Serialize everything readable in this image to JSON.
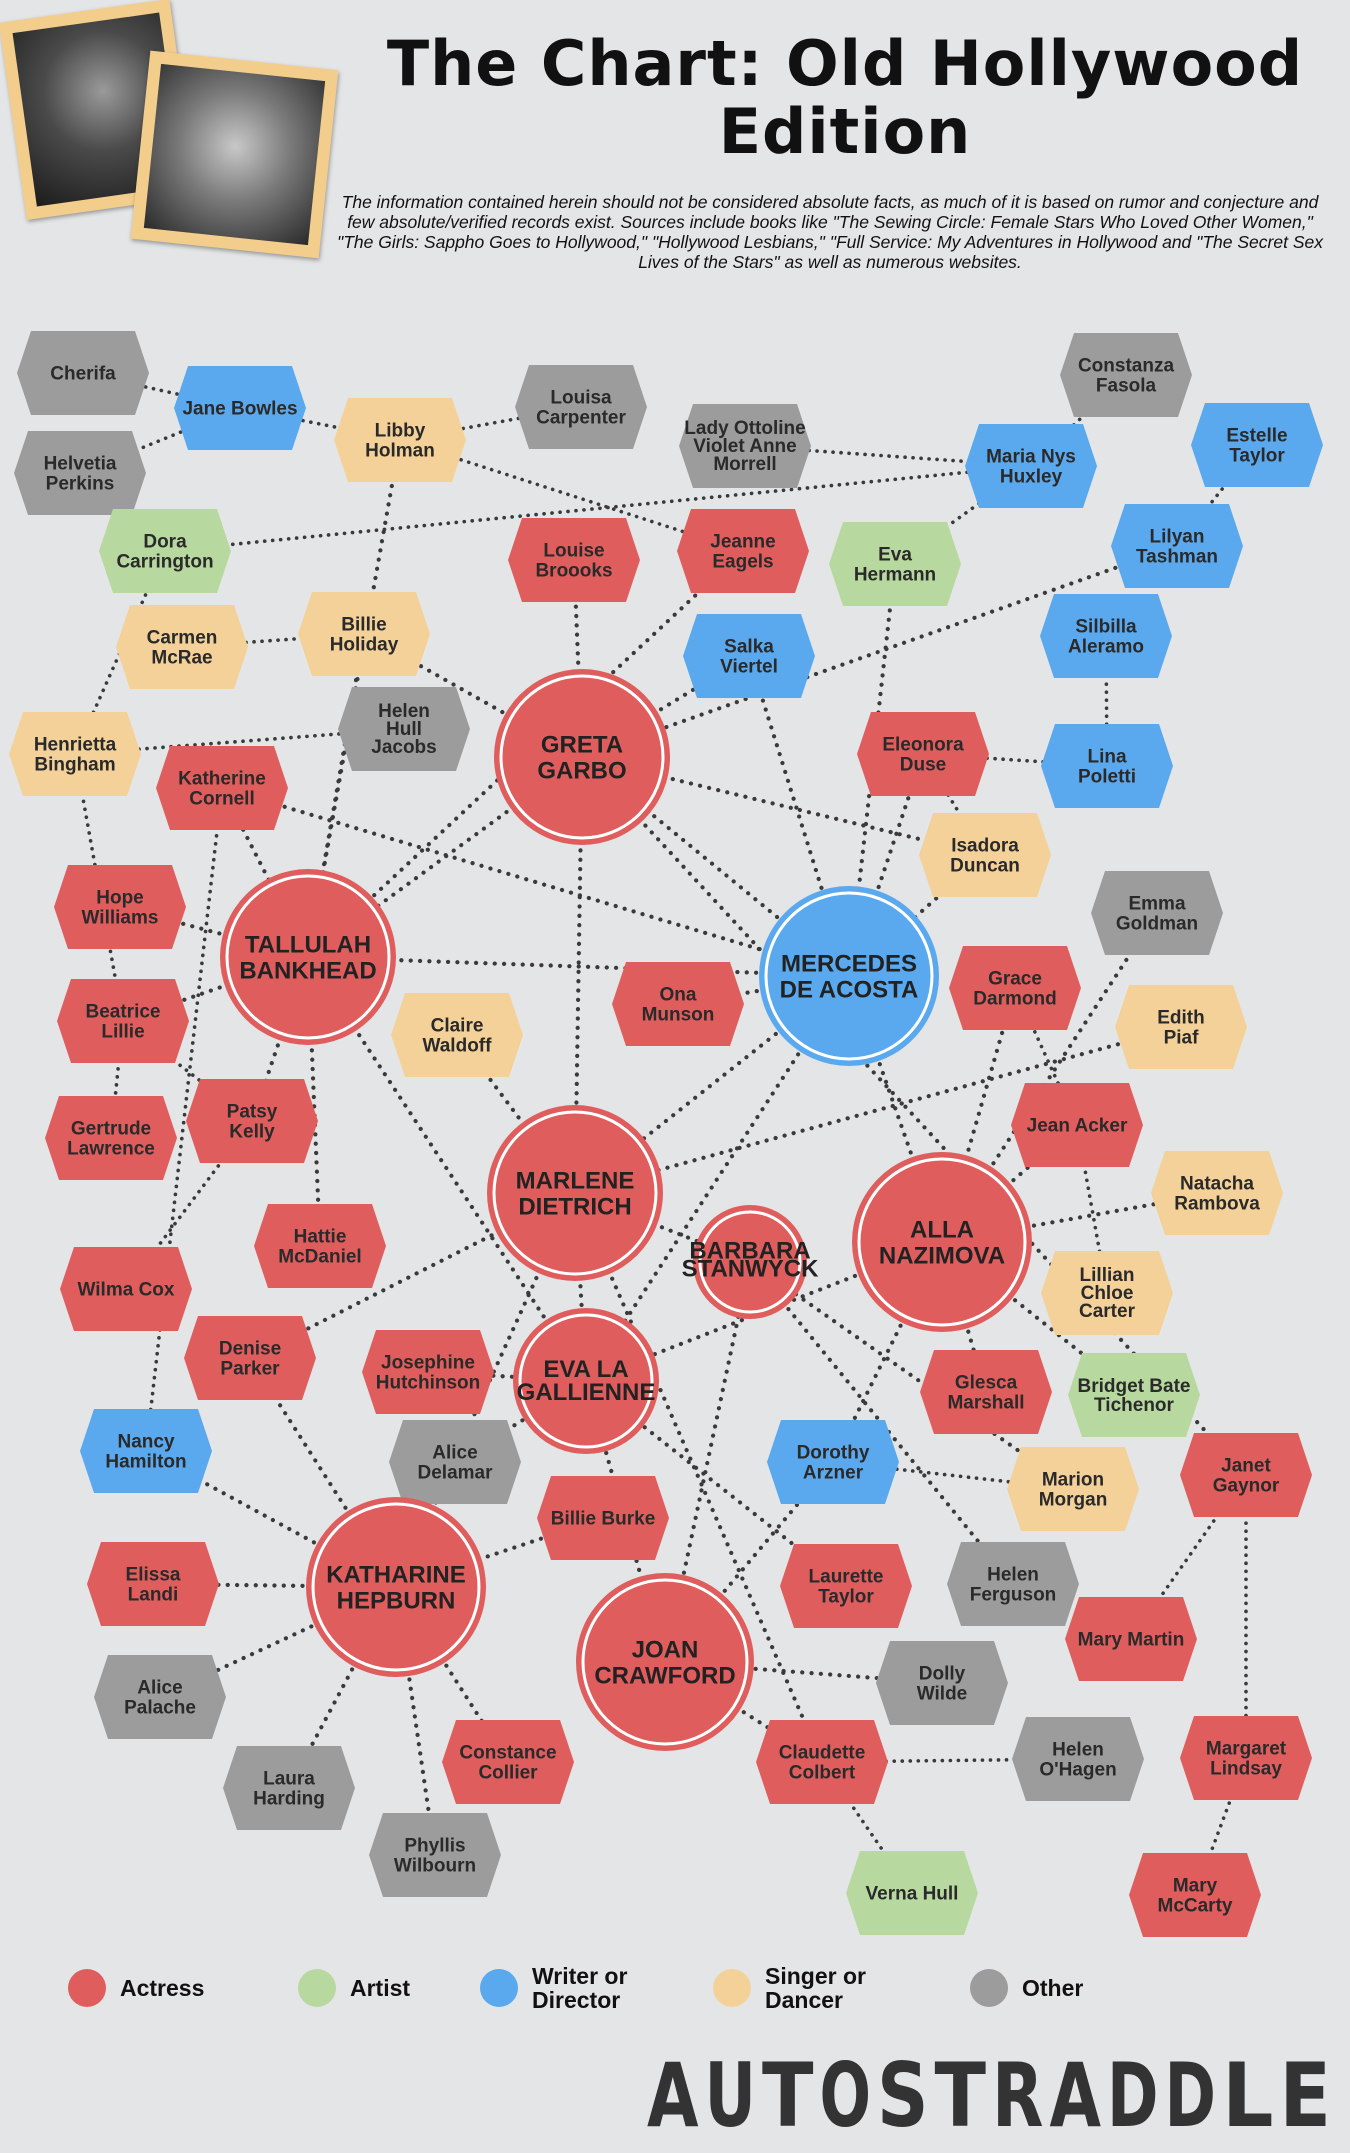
{
  "header": {
    "title": "The Chart:  Old Hollywood Edition",
    "intro": "The information contained herein should not be considered absolute facts, as much of it is based on rumor and conjecture and few absolute/verified records exist. Sources include books like \"The Sewing Circle: Female Stars Who Loved Other Women,\" \"The Girls: Sappho Goes to Hollywood,\" \"Hollywood Lesbians,\" \"Full Service: My Adventures in Hollywood and \"The Secret Sex Lives of the Stars\" as well as numerous websites."
  },
  "colors": {
    "actress": "#e05d5d",
    "artist": "#b7d9a0",
    "writer": "#5aa9ee",
    "singer": "#f4d199",
    "other": "#9c9c9c"
  },
  "legend": [
    {
      "label": "Actress",
      "category": "actress"
    },
    {
      "label": "Artist",
      "category": "artist"
    },
    {
      "label": "Writer or Director",
      "category": "writer"
    },
    {
      "label": "Singer or Dancer",
      "category": "singer"
    },
    {
      "label": "Other",
      "category": "other"
    }
  ],
  "brand": {
    "text": "AUTOSTRADDLE"
  },
  "nodes": [
    {
      "id": "cherifa",
      "lines": [
        "Cherifa"
      ],
      "category": "other",
      "shape": "hex"
    },
    {
      "id": "jane-bowles",
      "lines": [
        "Jane Bowles"
      ],
      "category": "writer",
      "shape": "hex"
    },
    {
      "id": "helvetia-perkins",
      "lines": [
        "Helvetia",
        "Perkins"
      ],
      "category": "other",
      "shape": "hex"
    },
    {
      "id": "libby-holman",
      "lines": [
        "Libby",
        "Holman"
      ],
      "category": "singer",
      "shape": "hex"
    },
    {
      "id": "louisa-carpenter",
      "lines": [
        "Louisa",
        "Carpenter"
      ],
      "category": "other",
      "shape": "hex"
    },
    {
      "id": "lady-ottoline",
      "lines": [
        "Lady Ottoline",
        "Violet Anne",
        "Morrell"
      ],
      "category": "other",
      "shape": "hex"
    },
    {
      "id": "constanza-fasola",
      "lines": [
        "Constanza",
        "Fasola"
      ],
      "category": "other",
      "shape": "hex"
    },
    {
      "id": "estelle-taylor",
      "lines": [
        "Estelle",
        "Taylor"
      ],
      "category": "writer",
      "shape": "hex"
    },
    {
      "id": "maria-huxley",
      "lines": [
        "Maria Nys",
        "Huxley"
      ],
      "category": "writer",
      "shape": "hex"
    },
    {
      "id": "dora-carrington",
      "lines": [
        "Dora",
        "Carrington"
      ],
      "category": "artist",
      "shape": "hex"
    },
    {
      "id": "louise-brooks",
      "lines": [
        "Louise",
        "Broooks"
      ],
      "category": "actress",
      "shape": "hex"
    },
    {
      "id": "jeanne-eagels",
      "lines": [
        "Jeanne",
        "Eagels"
      ],
      "category": "actress",
      "shape": "hex"
    },
    {
      "id": "eva-hermann",
      "lines": [
        "Eva",
        "Hermann"
      ],
      "category": "artist",
      "shape": "hex"
    },
    {
      "id": "lilyan-tashman",
      "lines": [
        "Lilyan",
        "Tashman"
      ],
      "category": "writer",
      "shape": "hex"
    },
    {
      "id": "carmen-mcrae",
      "lines": [
        "Carmen",
        "McRae"
      ],
      "category": "singer",
      "shape": "hex"
    },
    {
      "id": "billie-holiday",
      "lines": [
        "Billie",
        "Holiday"
      ],
      "category": "singer",
      "shape": "hex"
    },
    {
      "id": "salka-viertel",
      "lines": [
        "Salka",
        "Viertel"
      ],
      "category": "writer",
      "shape": "hex"
    },
    {
      "id": "silbilla-aleramo",
      "lines": [
        "Silbilla",
        "Aleramo"
      ],
      "category": "writer",
      "shape": "hex"
    },
    {
      "id": "henrietta-bingham",
      "lines": [
        "Henrietta",
        "Bingham"
      ],
      "category": "singer",
      "shape": "hex"
    },
    {
      "id": "helen-hull-jacobs",
      "lines": [
        "Helen",
        "Hull",
        "Jacobs"
      ],
      "category": "other",
      "shape": "hex"
    },
    {
      "id": "greta-garbo",
      "lines": [
        "GRETA",
        "GARBO"
      ],
      "category": "actress",
      "shape": "circle"
    },
    {
      "id": "eleonora-duse",
      "lines": [
        "Eleonora",
        "Duse"
      ],
      "category": "actress",
      "shape": "hex"
    },
    {
      "id": "lina-poletti",
      "lines": [
        "Lina",
        "Poletti"
      ],
      "category": "writer",
      "shape": "hex"
    },
    {
      "id": "katherine-cornell",
      "lines": [
        "Katherine",
        "Cornell"
      ],
      "category": "actress",
      "shape": "hex"
    },
    {
      "id": "isadora-duncan",
      "lines": [
        "Isadora",
        "Duncan"
      ],
      "category": "singer",
      "shape": "hex"
    },
    {
      "id": "hope-williams",
      "lines": [
        "Hope",
        "Williams"
      ],
      "category": "actress",
      "shape": "hex"
    },
    {
      "id": "tallulah-bankhead",
      "lines": [
        "TALLULAH",
        "BANKHEAD"
      ],
      "category": "actress",
      "shape": "circle"
    },
    {
      "id": "mercedes-de-acosta",
      "lines": [
        "MERCEDES",
        "DE ACOSTA"
      ],
      "category": "writer",
      "shape": "circle"
    },
    {
      "id": "emma-goldman",
      "lines": [
        "Emma",
        "Goldman"
      ],
      "category": "other",
      "shape": "hex"
    },
    {
      "id": "ona-munson",
      "lines": [
        "Ona",
        "Munson"
      ],
      "category": "actress",
      "shape": "hex"
    },
    {
      "id": "grace-darmond",
      "lines": [
        "Grace",
        "Darmond"
      ],
      "category": "actress",
      "shape": "hex"
    },
    {
      "id": "beatrice-lillie",
      "lines": [
        "Beatrice",
        "Lillie"
      ],
      "category": "actress",
      "shape": "hex"
    },
    {
      "id": "claire-waldoff",
      "lines": [
        "Claire",
        "Waldoff"
      ],
      "category": "singer",
      "shape": "hex"
    },
    {
      "id": "edith-piaf",
      "lines": [
        "Edith",
        "Piaf"
      ],
      "category": "singer",
      "shape": "hex"
    },
    {
      "id": "gertrude-lawrence",
      "lines": [
        "Gertrude",
        "Lawrence"
      ],
      "category": "actress",
      "shape": "hex"
    },
    {
      "id": "patsy-kelly",
      "lines": [
        "Patsy",
        "Kelly"
      ],
      "category": "actress",
      "shape": "hex"
    },
    {
      "id": "jean-acker",
      "lines": [
        "Jean Acker"
      ],
      "category": "actress",
      "shape": "hex"
    },
    {
      "id": "marlene-dietrich",
      "lines": [
        "MARLENE",
        "DIETRICH"
      ],
      "category": "actress",
      "shape": "circle"
    },
    {
      "id": "alla-nazimova",
      "lines": [
        "ALLA",
        "NAZIMOVA"
      ],
      "category": "actress",
      "shape": "circle"
    },
    {
      "id": "natacha-rambova",
      "lines": [
        "Natacha",
        "Rambova"
      ],
      "category": "singer",
      "shape": "hex"
    },
    {
      "id": "hattie-mcdaniel",
      "lines": [
        "Hattie",
        "McDaniel"
      ],
      "category": "actress",
      "shape": "hex"
    },
    {
      "id": "barbara-stanwyck",
      "lines": [
        "BARBARA",
        "STANWYCK"
      ],
      "category": "actress",
      "shape": "circle"
    },
    {
      "id": "wilma-cox",
      "lines": [
        "Wilma Cox"
      ],
      "category": "actress",
      "shape": "hex"
    },
    {
      "id": "lillian-carter",
      "lines": [
        "Lillian",
        "Chloe",
        "Carter"
      ],
      "category": "singer",
      "shape": "hex"
    },
    {
      "id": "denise-parker",
      "lines": [
        "Denise",
        "Parker"
      ],
      "category": "actress",
      "shape": "hex"
    },
    {
      "id": "josephine-hutchinson",
      "lines": [
        "Josephine",
        "Hutchinson"
      ],
      "category": "actress",
      "shape": "hex"
    },
    {
      "id": "eva-la-gallienne",
      "lines": [
        "EVA LA",
        "GALLIENNE"
      ],
      "category": "actress",
      "shape": "circle"
    },
    {
      "id": "glesca-marshall",
      "lines": [
        "Glesca",
        "Marshall"
      ],
      "category": "actress",
      "shape": "hex"
    },
    {
      "id": "bridget-tichenor",
      "lines": [
        "Bridget Bate",
        "Tichenor"
      ],
      "category": "artist",
      "shape": "hex"
    },
    {
      "id": "nancy-hamilton",
      "lines": [
        "Nancy",
        "Hamilton"
      ],
      "category": "writer",
      "shape": "hex"
    },
    {
      "id": "alice-delamar",
      "lines": [
        "Alice",
        "Delamar"
      ],
      "category": "other",
      "shape": "hex"
    },
    {
      "id": "dorothy-arzner",
      "lines": [
        "Dorothy",
        "Arzner"
      ],
      "category": "writer",
      "shape": "hex"
    },
    {
      "id": "janet-gaynor",
      "lines": [
        "Janet",
        "Gaynor"
      ],
      "category": "actress",
      "shape": "hex"
    },
    {
      "id": "marion-morgan",
      "lines": [
        "Marion",
        "Morgan"
      ],
      "category": "singer",
      "shape": "hex"
    },
    {
      "id": "billie-burke",
      "lines": [
        "Billie Burke"
      ],
      "category": "actress",
      "shape": "hex"
    },
    {
      "id": "elissa-landi",
      "lines": [
        "Elissa",
        "Landi"
      ],
      "category": "actress",
      "shape": "hex"
    },
    {
      "id": "katharine-hepburn",
      "lines": [
        "KATHARINE",
        "HEPBURN"
      ],
      "category": "actress",
      "shape": "circle"
    },
    {
      "id": "laurette-taylor",
      "lines": [
        "Laurette",
        "Taylor"
      ],
      "category": "actress",
      "shape": "hex"
    },
    {
      "id": "helen-ferguson",
      "lines": [
        "Helen",
        "Ferguson"
      ],
      "category": "other",
      "shape": "hex"
    },
    {
      "id": "joan-crawford",
      "lines": [
        "JOAN",
        "CRAWFORD"
      ],
      "category": "actress",
      "shape": "circle"
    },
    {
      "id": "mary-martin",
      "lines": [
        "Mary Martin"
      ],
      "category": "actress",
      "shape": "hex"
    },
    {
      "id": "alice-palache",
      "lines": [
        "Alice",
        "Palache"
      ],
      "category": "other",
      "shape": "hex"
    },
    {
      "id": "dolly-wilde",
      "lines": [
        "Dolly",
        "Wilde"
      ],
      "category": "other",
      "shape": "hex"
    },
    {
      "id": "constance-collier",
      "lines": [
        "Constance",
        "Collier"
      ],
      "category": "actress",
      "shape": "hex"
    },
    {
      "id": "claudette-colbert",
      "lines": [
        "Claudette",
        "Colbert"
      ],
      "category": "actress",
      "shape": "hex"
    },
    {
      "id": "helen-ohagen",
      "lines": [
        "Helen",
        "O'Hagen"
      ],
      "category": "other",
      "shape": "hex"
    },
    {
      "id": "margaret-lindsay",
      "lines": [
        "Margaret",
        "Lindsay"
      ],
      "category": "actress",
      "shape": "hex"
    },
    {
      "id": "laura-harding",
      "lines": [
        "Laura",
        "Harding"
      ],
      "category": "other",
      "shape": "hex"
    },
    {
      "id": "phyllis-wilbourn",
      "lines": [
        "Phyllis",
        "Wilbourn"
      ],
      "category": "other",
      "shape": "hex"
    },
    {
      "id": "verna-hull",
      "lines": [
        "Verna Hull"
      ],
      "category": "artist",
      "shape": "hex"
    },
    {
      "id": "mary-mccarty",
      "lines": [
        "Mary",
        "McCarty"
      ],
      "category": "actress",
      "shape": "hex"
    }
  ],
  "edges": [
    [
      "cherifa",
      "jane-bowles"
    ],
    [
      "jane-bowles",
      "helvetia-perkins"
    ],
    [
      "jane-bowles",
      "libby-holman"
    ],
    [
      "libby-holman",
      "louisa-carpenter"
    ],
    [
      "libby-holman",
      "jeanne-eagels"
    ],
    [
      "libby-holman",
      "tallulah-bankhead"
    ],
    [
      "lady-ottoline",
      "maria-huxley"
    ],
    [
      "constanza-fasola",
      "maria-huxley"
    ],
    [
      "estelle-taylor",
      "lilyan-tashman"
    ],
    [
      "maria-huxley",
      "dora-carrington"
    ],
    [
      "maria-huxley",
      "eva-hermann"
    ],
    [
      "dora-carrington",
      "henrietta-bingham"
    ],
    [
      "louise-brooks",
      "greta-garbo"
    ],
    [
      "jeanne-eagels",
      "tallulah-bankhead"
    ],
    [
      "eva-hermann",
      "mercedes-de-acosta"
    ],
    [
      "lilyan-tashman",
      "greta-garbo"
    ],
    [
      "carmen-mcrae",
      "billie-holiday"
    ],
    [
      "billie-holiday",
      "greta-garbo"
    ],
    [
      "billie-holiday",
      "tallulah-bankhead"
    ],
    [
      "salka-viertel",
      "greta-garbo"
    ],
    [
      "salka-viertel",
      "mercedes-de-acosta"
    ],
    [
      "silbilla-aleramo",
      "lina-poletti"
    ],
    [
      "henrietta-bingham",
      "helen-hull-jacobs"
    ],
    [
      "henrietta-bingham",
      "beatrice-lillie"
    ],
    [
      "greta-garbo",
      "mercedes-de-acosta"
    ],
    [
      "greta-garbo",
      "tallulah-bankhead"
    ],
    [
      "greta-garbo",
      "marlene-dietrich"
    ],
    [
      "greta-garbo",
      "isadora-duncan"
    ],
    [
      "greta-garbo",
      "janet-gaynor"
    ],
    [
      "eleonora-duse",
      "lina-poletti"
    ],
    [
      "eleonora-duse",
      "isadora-duncan"
    ],
    [
      "eleonora-duse",
      "mercedes-de-acosta"
    ],
    [
      "katherine-cornell",
      "tallulah-bankhead"
    ],
    [
      "katherine-cornell",
      "nancy-hamilton"
    ],
    [
      "katherine-cornell",
      "mercedes-de-acosta"
    ],
    [
      "isadora-duncan",
      "mercedes-de-acosta"
    ],
    [
      "hope-williams",
      "tallulah-bankhead"
    ],
    [
      "tallulah-bankhead",
      "mercedes-de-acosta"
    ],
    [
      "tallulah-bankhead",
      "patsy-kelly"
    ],
    [
      "tallulah-bankhead",
      "hattie-mcdaniel"
    ],
    [
      "tallulah-bankhead",
      "eva-la-gallienne"
    ],
    [
      "tallulah-bankhead",
      "beatrice-lillie"
    ],
    [
      "mercedes-de-acosta",
      "ona-munson"
    ],
    [
      "mercedes-de-acosta",
      "marlene-dietrich"
    ],
    [
      "mercedes-de-acosta",
      "alla-nazimova"
    ],
    [
      "mercedes-de-acosta",
      "eva-la-gallienne"
    ],
    [
      "emma-goldman",
      "alla-nazimova"
    ],
    [
      "grace-darmond",
      "jean-acker"
    ],
    [
      "grace-darmond",
      "alla-nazimova"
    ],
    [
      "beatrice-lillie",
      "gertrude-lawrence"
    ],
    [
      "beatrice-lillie",
      "patsy-kelly"
    ],
    [
      "claire-waldoff",
      "marlene-dietrich"
    ],
    [
      "edith-piaf",
      "marlene-dietrich"
    ],
    [
      "patsy-kelly",
      "wilma-cox"
    ],
    [
      "jean-acker",
      "alla-nazimova"
    ],
    [
      "jean-acker",
      "lillian-carter"
    ],
    [
      "marlene-dietrich",
      "barbara-stanwyck"
    ],
    [
      "marlene-dietrich",
      "eva-la-gallienne"
    ],
    [
      "marlene-dietrich",
      "katharine-hepburn"
    ],
    [
      "marlene-dietrich",
      "claudette-colbert"
    ],
    [
      "alla-nazimova",
      "natacha-rambova"
    ],
    [
      "alla-nazimova",
      "glesca-marshall"
    ],
    [
      "alla-nazimova",
      "bridget-tichenor"
    ],
    [
      "alla-nazimova",
      "eva-la-gallienne"
    ],
    [
      "alla-nazimova",
      "dorothy-arzner"
    ],
    [
      "barbara-stanwyck",
      "joan-crawford"
    ],
    [
      "barbara-stanwyck",
      "marion-morgan"
    ],
    [
      "denise-parker",
      "marlene-dietrich"
    ],
    [
      "denise-parker",
      "katharine-hepburn"
    ],
    [
      "josephine-hutchinson",
      "eva-la-gallienne"
    ],
    [
      "eva-la-gallienne",
      "alice-delamar"
    ],
    [
      "eva-la-gallienne",
      "laurette-taylor"
    ],
    [
      "eva-la-gallienne",
      "joan-crawford"
    ],
    [
      "dorothy-arzner",
      "marion-morgan"
    ],
    [
      "dorothy-arzner",
      "joan-crawford"
    ],
    [
      "janet-gaynor",
      "mary-martin"
    ],
    [
      "janet-gaynor",
      "margaret-lindsay"
    ],
    [
      "billie-burke",
      "katharine-hepburn"
    ],
    [
      "elissa-landi",
      "katharine-hepburn"
    ],
    [
      "katharine-hepburn",
      "nancy-hamilton"
    ],
    [
      "katharine-hepburn",
      "alice-palache"
    ],
    [
      "katharine-hepburn",
      "laura-harding"
    ],
    [
      "katharine-hepburn",
      "phyllis-wilbourn"
    ],
    [
      "katharine-hepburn",
      "constance-collier"
    ],
    [
      "katharine-hepburn",
      "alice-delamar"
    ],
    [
      "joan-crawford",
      "claudette-colbert"
    ],
    [
      "helen-ferguson",
      "barbara-stanwyck"
    ],
    [
      "dolly-wilde",
      "joan-crawford"
    ],
    [
      "claudette-colbert",
      "helen-ohagen"
    ],
    [
      "claudette-colbert",
      "verna-hull"
    ],
    [
      "margaret-lindsay",
      "mary-mccarty"
    ]
  ]
}
